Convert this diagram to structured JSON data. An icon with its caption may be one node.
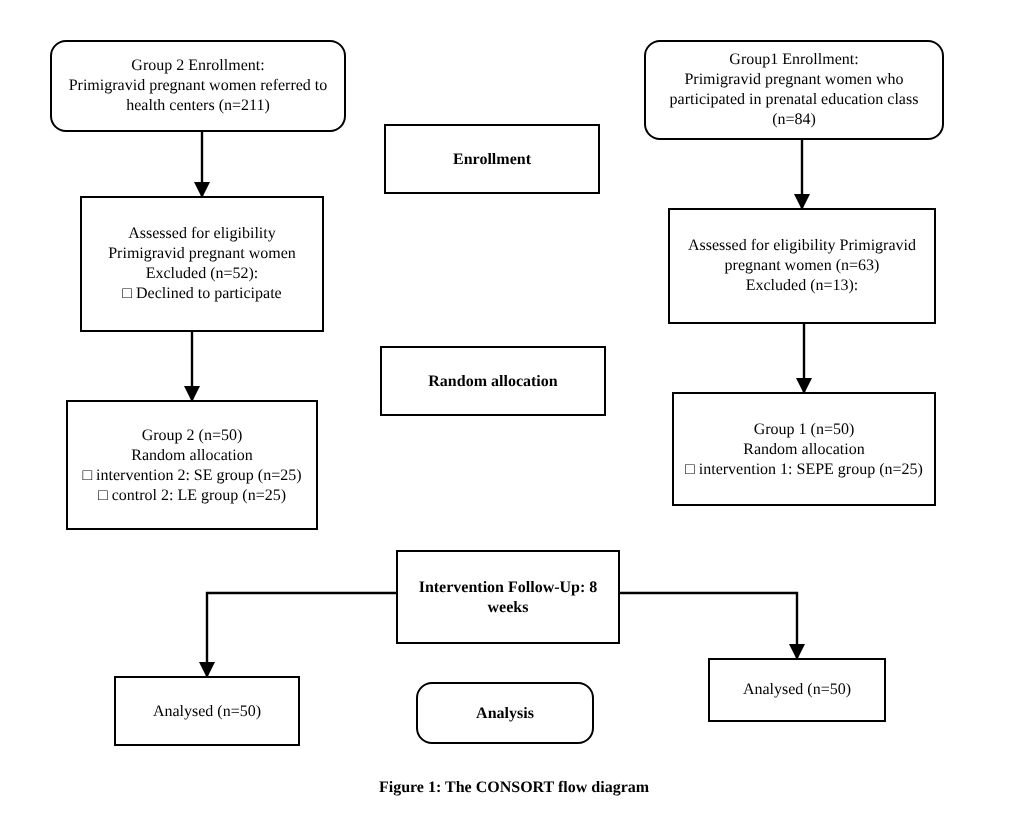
{
  "diagram": {
    "caption": "Figure 1: The CONSORT flow diagram",
    "nodes": [
      {
        "text": [
          "Group 2 Enrollment:",
          "Primigravid pregnant women referred to health centers (n=211)"
        ]
      },
      {
        "text": [
          "Enrollment"
        ]
      },
      {
        "text": [
          "Group1 Enrollment:",
          "Primigravid pregnant women who participated in prenatal education class (n=84)"
        ]
      },
      {
        "text": [
          "Assessed for eligibility Primigravid pregnant women",
          "Excluded (n=52):",
          "□ Declined to participate"
        ]
      },
      {
        "text": [
          "Assessed for eligibility Primigravid pregnant women (n=63)",
          "Excluded (n=13):"
        ]
      },
      {
        "text": [
          "Random allocation"
        ]
      },
      {
        "text": [
          "Group 2 (n=50)",
          "Random allocation",
          "□ intervention 2: SE group (n=25)",
          "□ control 2: LE group (n=25)"
        ]
      },
      {
        "text": [
          "Group 1 (n=50)",
          "Random allocation",
          "□ intervention 1: SEPE group (n=25)"
        ]
      },
      {
        "text": [
          "Intervention Follow-Up: 8 weeks"
        ]
      },
      {
        "text": [
          "Analysed (n=50)"
        ]
      },
      {
        "text": [
          "Analysis"
        ]
      },
      {
        "text": [
          "Analysed (n=50)"
        ]
      }
    ],
    "edges": [
      {
        "from": 0,
        "to": 3,
        "arrow": "to"
      },
      {
        "from": 3,
        "to": 6,
        "arrow": "to"
      },
      {
        "from": 2,
        "to": 4,
        "arrow": "to"
      },
      {
        "from": 4,
        "to": 7,
        "arrow": "to"
      },
      {
        "from": 8,
        "to": 9,
        "arrow": "to"
      },
      {
        "from": 8,
        "to": 11,
        "arrow": "to"
      }
    ]
  }
}
